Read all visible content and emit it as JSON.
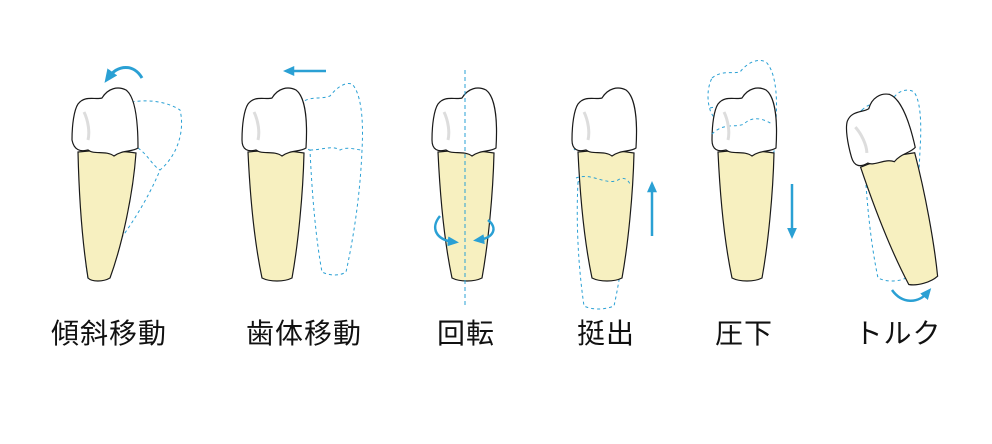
{
  "colors": {
    "root": "#f7f0c0",
    "crown": "#ffffff",
    "outline": "#1a1a1a",
    "movement": "#2aa0d4"
  },
  "movements": [
    {
      "id": "tipping",
      "label": "傾斜移動",
      "arrow": "curved-arrow-over-crown"
    },
    {
      "id": "bodily",
      "label": "歯体移動",
      "arrow": "left-arrow"
    },
    {
      "id": "rotation",
      "label": "回転",
      "arrow": "rotation-arrows-around-axis"
    },
    {
      "id": "extrusion",
      "label": "挺出",
      "arrow": "up-arrow"
    },
    {
      "id": "intrusion",
      "label": "圧下",
      "arrow": "down-arrow"
    },
    {
      "id": "torque",
      "label": "トルク",
      "arrow": "curved-arrow-under-apex"
    }
  ]
}
